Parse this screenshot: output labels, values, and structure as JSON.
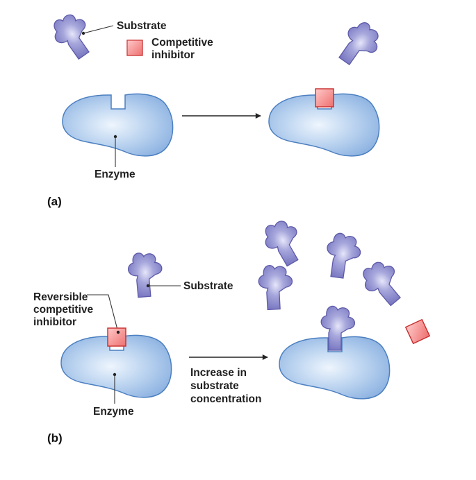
{
  "panel_a": {
    "label": "(a)",
    "substrate_label": "Substrate",
    "inhibitor_label_line1": "Competitive",
    "inhibitor_label_line2": "inhibitor",
    "enzyme_label": "Enzyme"
  },
  "panel_b": {
    "label": "(b)",
    "inhibitor_label_line1": "Reversible",
    "inhibitor_label_line2": "competitive",
    "inhibitor_label_line3": "inhibitor",
    "substrate_label": "Substrate",
    "enzyme_label": "Enzyme",
    "arrow_label_line1": "Increase in",
    "arrow_label_line2": "substrate",
    "arrow_label_line3": "concentration"
  },
  "colors": {
    "enzyme_fill": "#a9c8ea",
    "enzyme_stroke": "#4b7fc0",
    "substrate_fill": "#8f8ecf",
    "substrate_stroke": "#5d5aa8",
    "inhibitor_fill": "#f28e8e",
    "inhibitor_stroke": "#c82c2c"
  }
}
